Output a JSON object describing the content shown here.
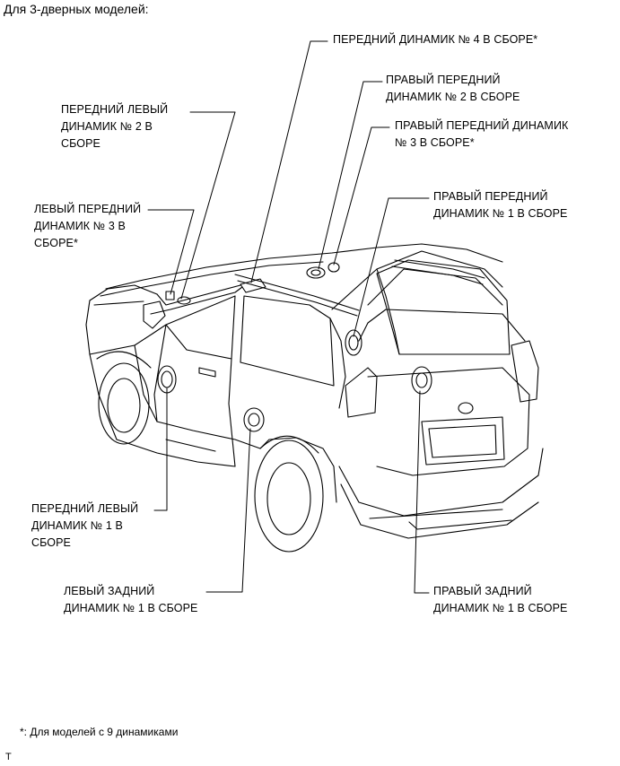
{
  "heading": "Для 3-дверных моделей:",
  "labels": {
    "front_4": "ПЕРЕДНИЙ ДИНАМИК № 4 В СБОРЕ*",
    "right_front_2": [
      "ПРАВЫЙ ПЕРЕДНИЙ",
      "ДИНАМИК № 2 В СБОРЕ"
    ],
    "right_front_3": [
      "ПРАВЫЙ ПЕРЕДНИЙ ДИНАМИК",
      "№ 3 В СБОРЕ*"
    ],
    "right_front_1": [
      "ПРАВЫЙ ПЕРЕДНИЙ",
      "ДИНАМИК № 1 В СБОРЕ"
    ],
    "front_left_2": [
      "ПЕРЕДНИЙ ЛЕВЫЙ",
      "ДИНАМИК № 2 В",
      "СБОРЕ"
    ],
    "left_front_3": [
      "ЛЕВЫЙ ПЕРЕДНИЙ",
      "ДИНАМИК № 3 В",
      "СБОРЕ*"
    ],
    "front_left_1": [
      "ПЕРЕДНИЙ ЛЕВЫЙ",
      "ДИНАМИК № 1 В",
      "СБОРЕ"
    ],
    "left_rear_1": [
      "ЛЕВЫЙ ЗАДНИЙ",
      "ДИНАМИК № 1 В СБОРЕ"
    ],
    "right_rear_1": [
      "ПРАВЫЙ ЗАДНИЙ",
      "ДИНАМИК № 1 В СБОРЕ"
    ]
  },
  "footnote": "*: Для моделей с 9 динамиками",
  "corner_mark": "T",
  "colors": {
    "line": "#000000",
    "background": "#ffffff"
  }
}
